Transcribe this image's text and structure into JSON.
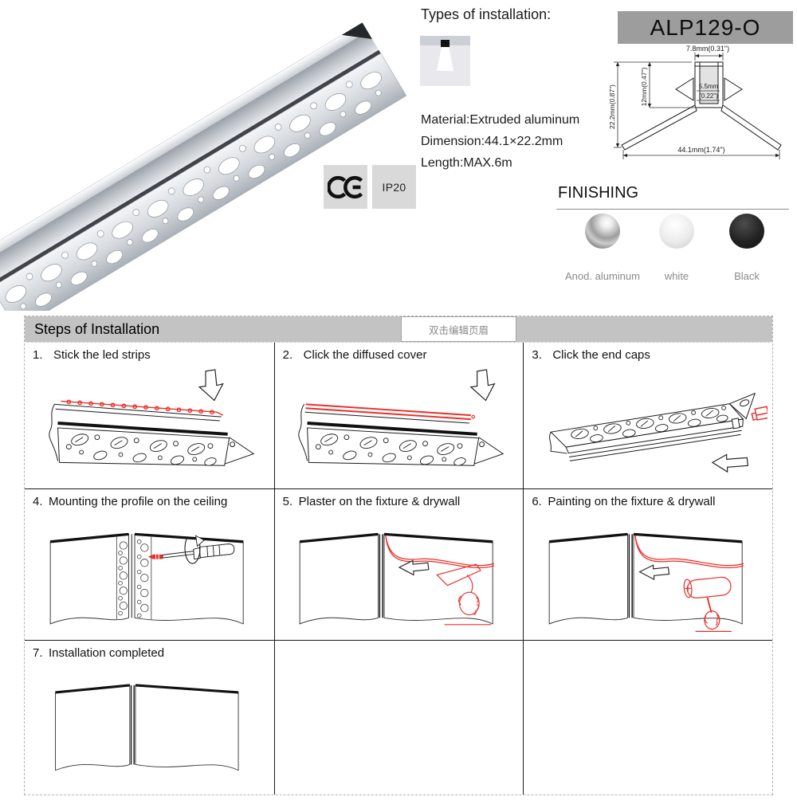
{
  "top": {
    "types_of_installation": "Types of installation:",
    "material": "Material:Extruded aluminum",
    "dimension": "Dimension:44.1×22.2mm",
    "length": "Length:MAX.6m",
    "model": "ALP129-O",
    "ce_label": "CE",
    "ip_rating": "IP20"
  },
  "drawing": {
    "top_width": "7.8mm(0.31\")",
    "inner_height": "12mm(0.47\")",
    "slot_width": "5.5mm",
    "slot_width_inch": "(0.22\")",
    "total_height": "22.2mm(0.87\")",
    "total_width": "44.1mm(1.74\")"
  },
  "finishing": {
    "title": "FINISHING",
    "options": [
      {
        "name": "Anod. aluminum",
        "color": "#b9b9b9"
      },
      {
        "name": "white",
        "color": "#e3e3e3"
      },
      {
        "name": "Black",
        "color": "#1c1c1c"
      }
    ]
  },
  "steps": {
    "title": "Steps of Installation",
    "tooltip": "双击编辑页眉",
    "items": [
      {
        "num": "1.",
        "label": "Stick the led strips"
      },
      {
        "num": "2.",
        "label": "Click the diffused cover"
      },
      {
        "num": "3.",
        "label": "Click the end caps"
      },
      {
        "num": "4.",
        "label": "Mounting the profile on the ceiling"
      },
      {
        "num": "5.",
        "label": "Plaster on the fixture & drywall"
      },
      {
        "num": "6.",
        "label": "Painting on the fixture & drywall"
      },
      {
        "num": "7.",
        "label": "Installation completed"
      }
    ]
  },
  "colors": {
    "accent_red": "#e8302a",
    "model_bar_gray": "#9d9d9d",
    "steps_bar_gray": "#c3c3c3",
    "badge_gray": "#d9d9d9"
  }
}
